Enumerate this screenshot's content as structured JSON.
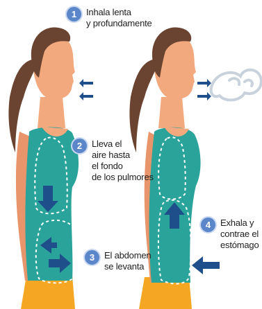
{
  "steps": [
    {
      "number": "1",
      "lines": [
        "Inhala lenta",
        "y profundamente"
      ]
    },
    {
      "number": "2",
      "lines": [
        "Lleva el",
        "aire hasta",
        "el fondo",
        "de los pulmores"
      ]
    },
    {
      "number": "3",
      "lines": [
        "El abdomen",
        "se levanta"
      ]
    },
    {
      "number": "4",
      "lines": [
        "Exhala y",
        "contrae el",
        "estómago"
      ]
    }
  ],
  "colors": {
    "badge": "#5b86c9",
    "arrow": "#1f4f8a",
    "shirt": "#2aa39a",
    "skin": "#f2a97e",
    "hair": "#6b4331",
    "pants": "#f5a623",
    "cloud": "#c9d2dc"
  },
  "icons": [
    "breath-in-arrows-icon",
    "breath-out-arrows-icon",
    "air-cloud-icon",
    "arrow-down-icon",
    "arrow-up-icon",
    "arrow-left-icon",
    "arrow-right-icon"
  ]
}
